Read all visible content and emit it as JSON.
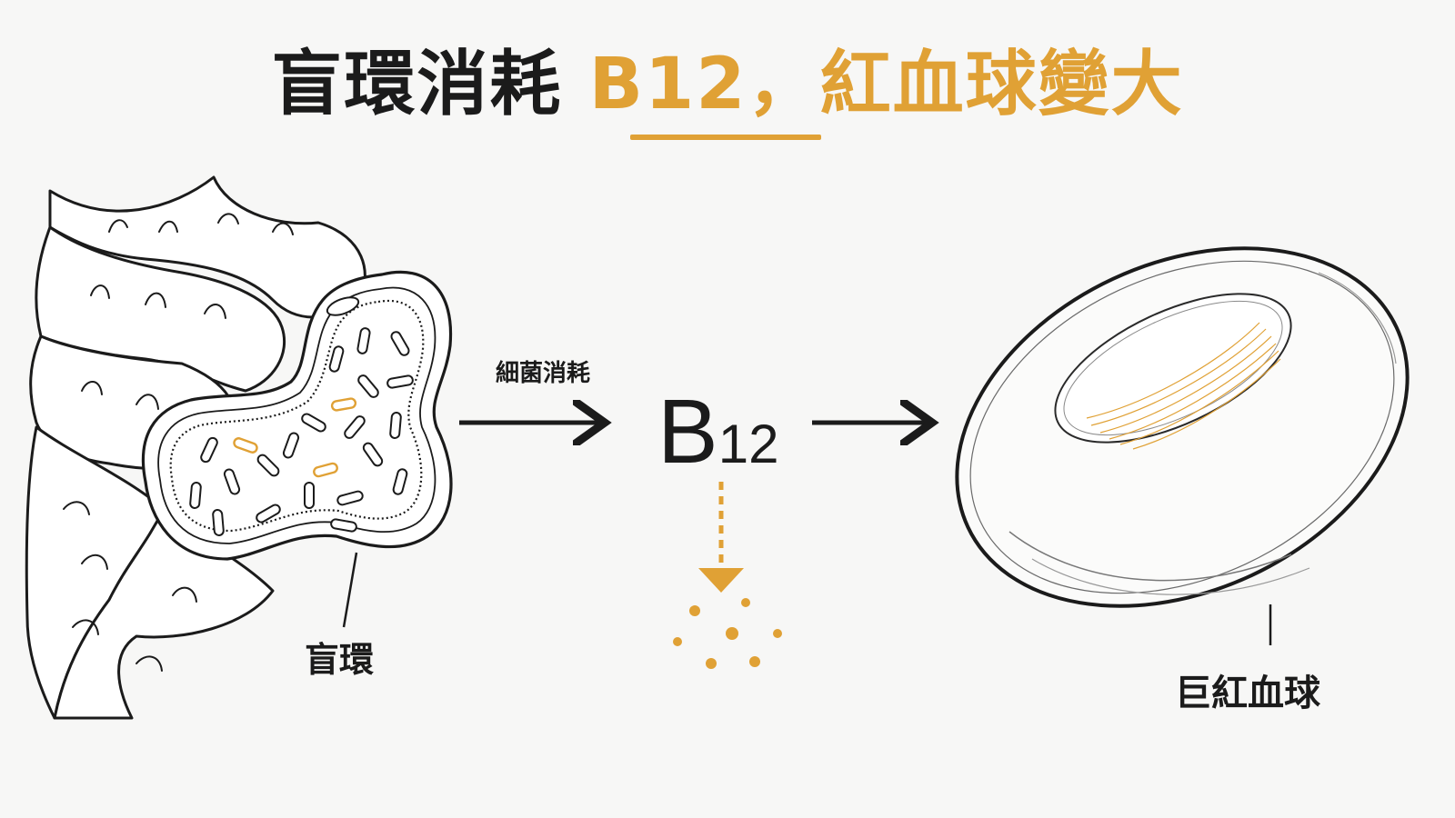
{
  "title": {
    "part1": "盲環消耗 ",
    "part2": "B12，紅血球變大"
  },
  "labels": {
    "cecum": "盲環",
    "bacteria_consume": "細菌消耗",
    "b12_letter": "B",
    "b12_number": "12",
    "megalocyte": "巨紅血球"
  },
  "colors": {
    "accent": "#e0a135",
    "ink": "#1b1b1b",
    "background": "#f7f7f6"
  }
}
